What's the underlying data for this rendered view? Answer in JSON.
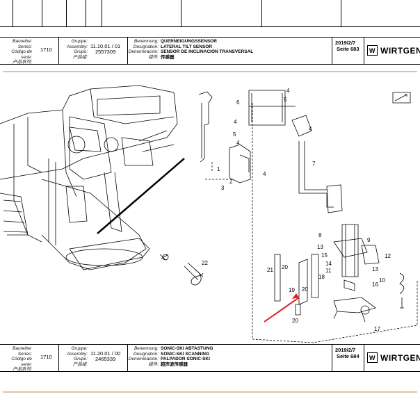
{
  "page1": {
    "series_labels": [
      "Baureihe:",
      "Series:",
      "Código de serie:",
      "产品系列:"
    ],
    "series_value": "1710",
    "group_labels": [
      "Gruppe:",
      "Assembly:",
      "Grupo:",
      "产品组:"
    ],
    "group_values": [
      "11.10.01 / 01",
      "2557309"
    ],
    "name_labels": [
      "Benennung:",
      "Designation:",
      "Denominación:",
      "组件:"
    ],
    "name_values": [
      "QUERNEIGUNGSSENSOR",
      "LATERAL TILT SENSOR",
      "SENSOR DE INCLINACIÓN TRANSVERSAL",
      "传感器"
    ],
    "date": "2019/2/7",
    "page": "Seite 683",
    "brand": "WIRTGEN"
  },
  "page2": {
    "series_labels": [
      "Baureihe:",
      "Series:",
      "Código de serie:",
      "产品系列:"
    ],
    "series_value": "1710",
    "group_labels": [
      "Gruppe:",
      "Assembly:",
      "Grupo:",
      "产品组:"
    ],
    "group_values": [
      "11.20.01 / 00",
      "2465339"
    ],
    "name_labels": [
      "Benennung:",
      "Designation:",
      "Denominación:",
      "组件:"
    ],
    "name_values": [
      "SONIC-SKI ABTASTUNG",
      "SONIC-SKI SCANNING",
      "PALPADOR SONIC-SKI",
      "超声波传感器"
    ],
    "date": "2019/2/7",
    "page": "Seite 684",
    "brand": "WIRTGEN"
  },
  "callouts": [
    "1",
    "2",
    "3",
    "4",
    "4",
    "4",
    "4",
    "4",
    "5",
    "5",
    "6",
    "7",
    "8",
    "9",
    "10",
    "11",
    "12",
    "13",
    "13",
    "14",
    "15",
    "16",
    "17",
    "18",
    "19",
    "20",
    "20",
    "20",
    "21",
    "22"
  ],
  "colors": {
    "accent_line": "#d9c89a",
    "arrow": "#e02020"
  }
}
